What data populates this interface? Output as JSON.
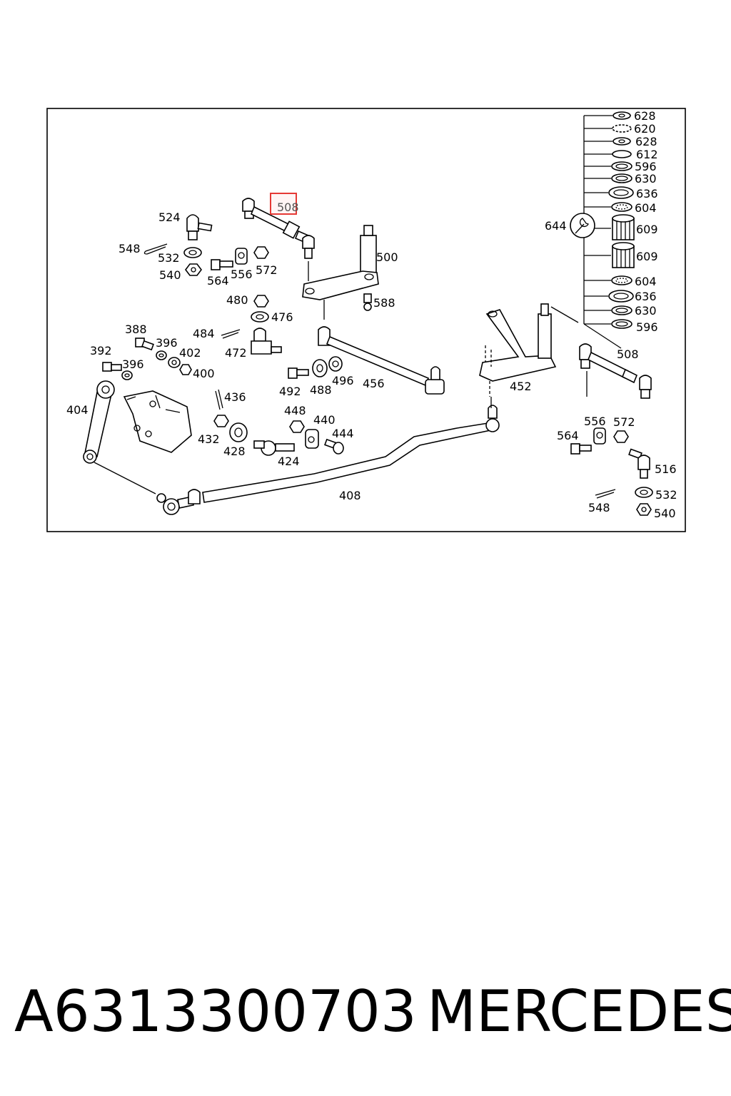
{
  "diagram": {
    "highlight_color": "#e53935",
    "highlighted_label": "508",
    "labels": [
      "628",
      "620",
      "628",
      "612",
      "596",
      "630",
      "636",
      "604",
      "644",
      "609",
      "609",
      "604",
      "636",
      "630",
      "596",
      "508",
      "524",
      "548",
      "532",
      "540",
      "564",
      "556",
      "572",
      "500",
      "480",
      "476",
      "588",
      "388",
      "396",
      "484",
      "472",
      "402",
      "400",
      "392",
      "396",
      "492",
      "488",
      "496",
      "456",
      "452",
      "404",
      "436",
      "448",
      "440",
      "432",
      "444",
      "428",
      "424",
      "408",
      "556",
      "572",
      "564",
      "516",
      "532",
      "548",
      "540"
    ]
  },
  "footer": {
    "part_number": "A6313300703",
    "brand": "MERCEDES"
  }
}
